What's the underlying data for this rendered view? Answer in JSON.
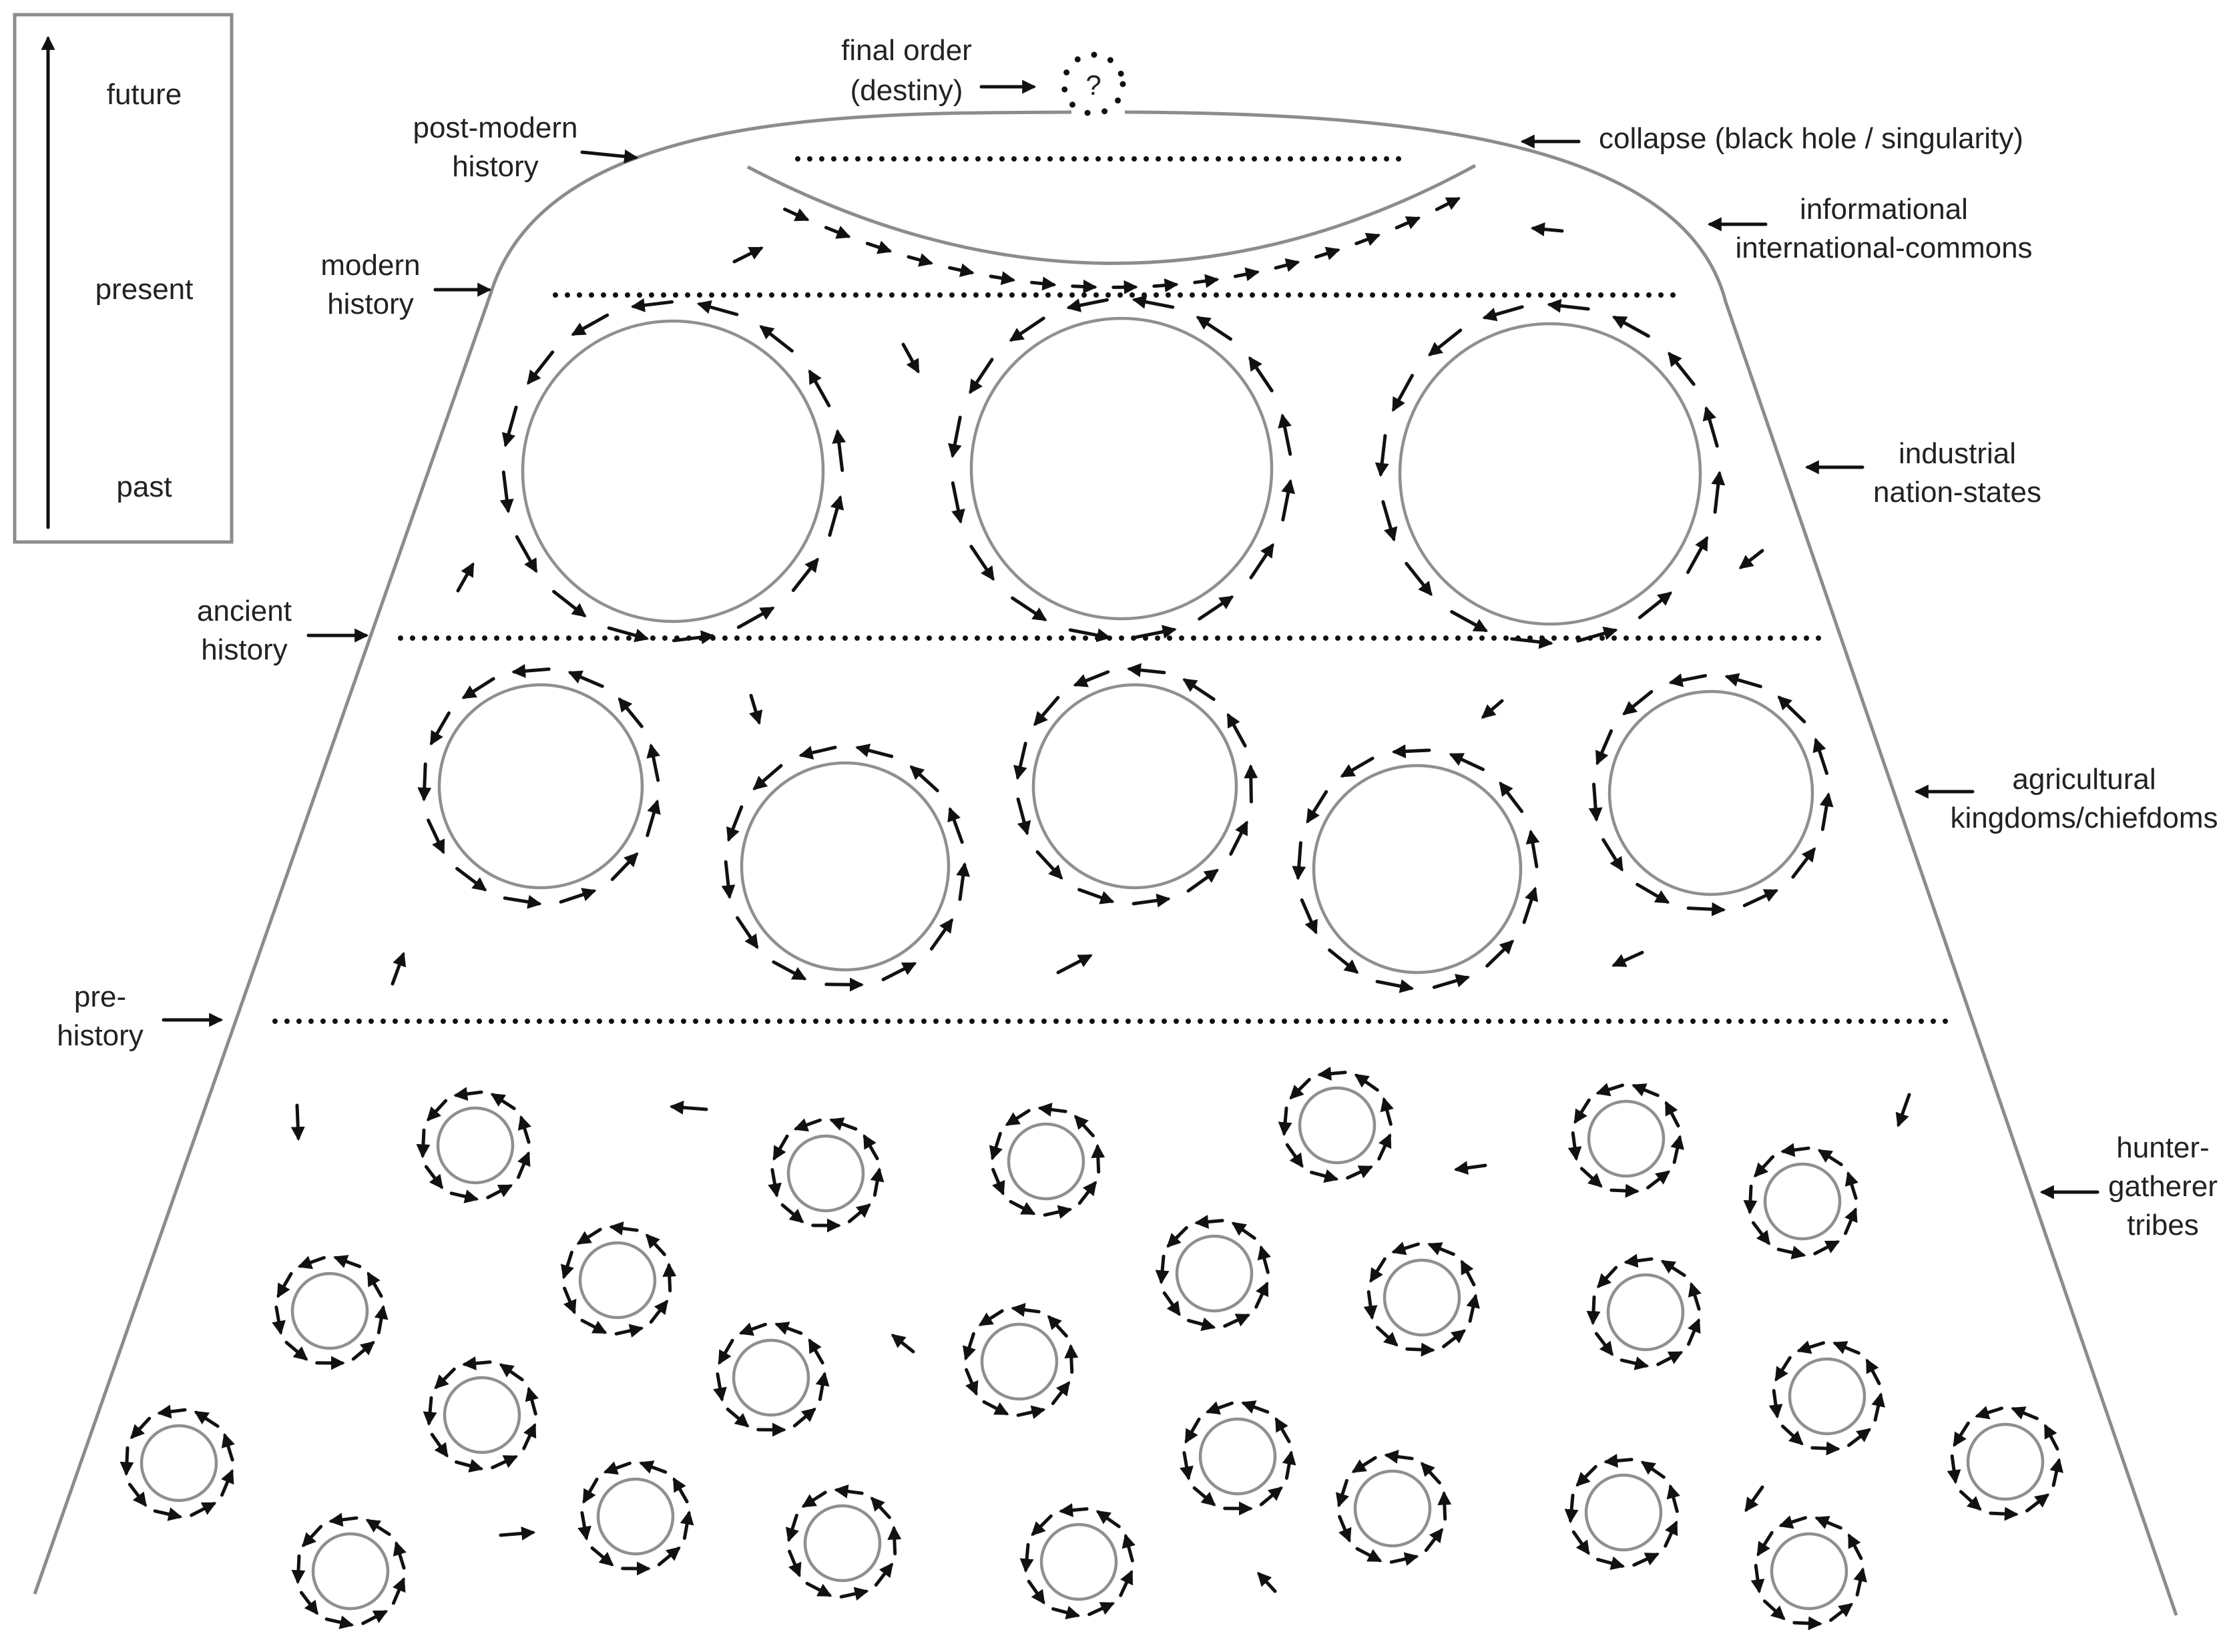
{
  "legend": {
    "future": "future",
    "present": "present",
    "past": "past"
  },
  "labels": {
    "final_order_1": "final order",
    "final_order_2": "(destiny)",
    "destiny_symbol": "?",
    "post_modern_1": "post-modern",
    "post_modern_2": "history",
    "modern_1": "modern",
    "modern_2": "history",
    "ancient_1": "ancient",
    "ancient_2": "history",
    "pre_1": "pre-",
    "pre_2": "history",
    "collapse": "collapse (black hole / singularity)",
    "informational_1": "informational",
    "informational_2": "international-commons",
    "industrial_1": "industrial",
    "industrial_2": "nation-states",
    "agricultural_1": "agricultural",
    "agricultural_2": "kingdoms/chiefdoms",
    "hunter_1": "hunter-",
    "hunter_2": "gatherer",
    "hunter_3": "tribes"
  },
  "colors": {
    "outline": "#8c8c8c",
    "arrows": "#111111",
    "text": "#222222"
  }
}
